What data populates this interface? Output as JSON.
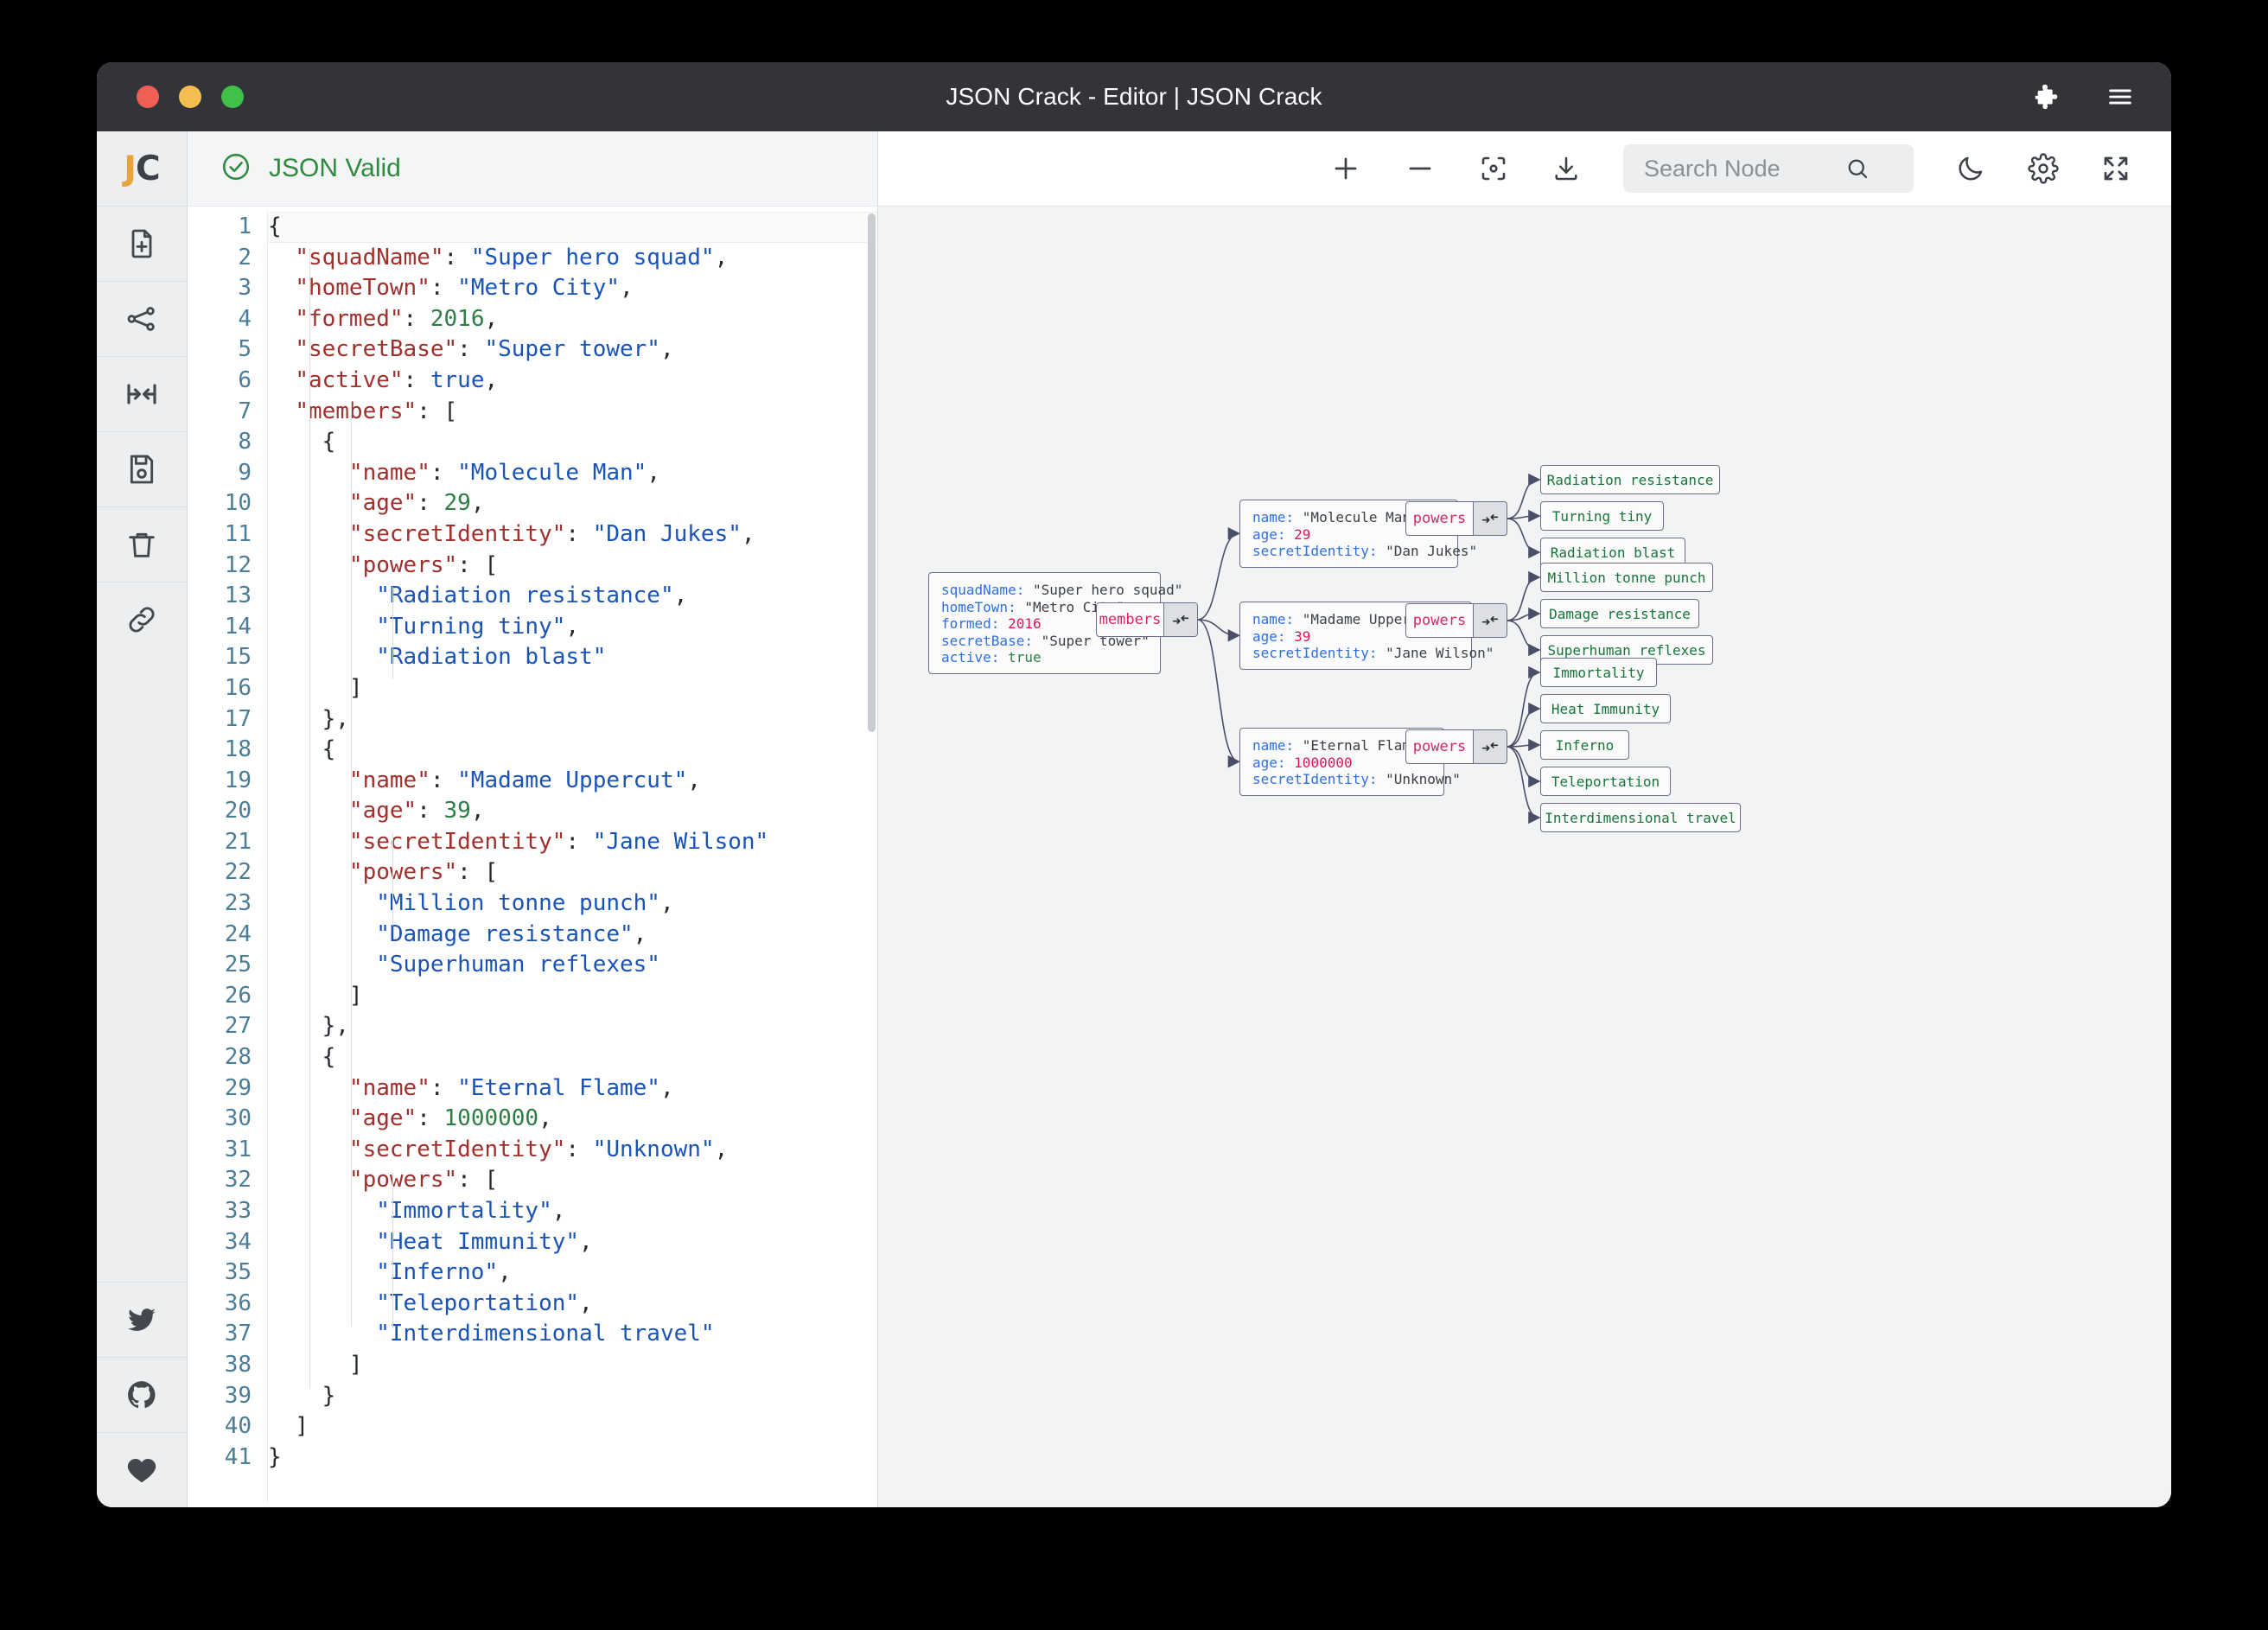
{
  "window": {
    "title": "JSON Crack - Editor | JSON Crack",
    "traffic": [
      "close-red",
      "minimize-yellow",
      "maximize-green"
    ],
    "right_icons": [
      "puzzle-icon",
      "hamburger-menu-icon"
    ]
  },
  "rail": {
    "logo": {
      "first": "J",
      "second": "C"
    },
    "items": [
      {
        "name": "new-file-icon"
      },
      {
        "name": "share-graph-icon"
      },
      {
        "name": "collapse-horizontal-icon"
      },
      {
        "name": "save-icon"
      },
      {
        "name": "trash-icon"
      },
      {
        "name": "link-icon"
      }
    ],
    "social": [
      {
        "name": "twitter-icon"
      },
      {
        "name": "github-icon"
      },
      {
        "name": "heart-icon"
      }
    ]
  },
  "editor": {
    "status": "JSON Valid",
    "status_icon": "check-circle-icon",
    "line_count": 41,
    "lines": [
      {
        "n": 1,
        "tokens": [
          {
            "t": "{",
            "c": "p"
          }
        ],
        "indent": 0
      },
      {
        "n": 2,
        "tokens": [
          {
            "t": "  ",
            "c": "p"
          },
          {
            "t": "\"squadName\"",
            "c": "k"
          },
          {
            "t": ": ",
            "c": "p"
          },
          {
            "t": "\"Super hero squad\"",
            "c": "s"
          },
          {
            "t": ",",
            "c": "p"
          }
        ]
      },
      {
        "n": 3,
        "tokens": [
          {
            "t": "  ",
            "c": "p"
          },
          {
            "t": "\"homeTown\"",
            "c": "k"
          },
          {
            "t": ": ",
            "c": "p"
          },
          {
            "t": "\"Metro City\"",
            "c": "s"
          },
          {
            "t": ",",
            "c": "p"
          }
        ]
      },
      {
        "n": 4,
        "tokens": [
          {
            "t": "  ",
            "c": "p"
          },
          {
            "t": "\"formed\"",
            "c": "k"
          },
          {
            "t": ": ",
            "c": "p"
          },
          {
            "t": "2016",
            "c": "n"
          },
          {
            "t": ",",
            "c": "p"
          }
        ]
      },
      {
        "n": 5,
        "tokens": [
          {
            "t": "  ",
            "c": "p"
          },
          {
            "t": "\"secretBase\"",
            "c": "k"
          },
          {
            "t": ": ",
            "c": "p"
          },
          {
            "t": "\"Super tower\"",
            "c": "s"
          },
          {
            "t": ",",
            "c": "p"
          }
        ]
      },
      {
        "n": 6,
        "tokens": [
          {
            "t": "  ",
            "c": "p"
          },
          {
            "t": "\"active\"",
            "c": "k"
          },
          {
            "t": ": ",
            "c": "p"
          },
          {
            "t": "true",
            "c": "b"
          },
          {
            "t": ",",
            "c": "p"
          }
        ]
      },
      {
        "n": 7,
        "tokens": [
          {
            "t": "  ",
            "c": "p"
          },
          {
            "t": "\"members\"",
            "c": "k"
          },
          {
            "t": ": [",
            "c": "p"
          }
        ]
      },
      {
        "n": 8,
        "tokens": [
          {
            "t": "    {",
            "c": "p"
          }
        ]
      },
      {
        "n": 9,
        "tokens": [
          {
            "t": "      ",
            "c": "p"
          },
          {
            "t": "\"name\"",
            "c": "k"
          },
          {
            "t": ": ",
            "c": "p"
          },
          {
            "t": "\"Molecule Man\"",
            "c": "s"
          },
          {
            "t": ",",
            "c": "p"
          }
        ]
      },
      {
        "n": 10,
        "tokens": [
          {
            "t": "      ",
            "c": "p"
          },
          {
            "t": "\"age\"",
            "c": "k"
          },
          {
            "t": ": ",
            "c": "p"
          },
          {
            "t": "29",
            "c": "n"
          },
          {
            "t": ",",
            "c": "p"
          }
        ]
      },
      {
        "n": 11,
        "tokens": [
          {
            "t": "      ",
            "c": "p"
          },
          {
            "t": "\"secretIdentity\"",
            "c": "k"
          },
          {
            "t": ": ",
            "c": "p"
          },
          {
            "t": "\"Dan Jukes\"",
            "c": "s"
          },
          {
            "t": ",",
            "c": "p"
          }
        ]
      },
      {
        "n": 12,
        "tokens": [
          {
            "t": "      ",
            "c": "p"
          },
          {
            "t": "\"powers\"",
            "c": "k"
          },
          {
            "t": ": [",
            "c": "p"
          }
        ]
      },
      {
        "n": 13,
        "tokens": [
          {
            "t": "        ",
            "c": "p"
          },
          {
            "t": "\"Radiation resistance\"",
            "c": "s"
          },
          {
            "t": ",",
            "c": "p"
          }
        ]
      },
      {
        "n": 14,
        "tokens": [
          {
            "t": "        ",
            "c": "p"
          },
          {
            "t": "\"Turning tiny\"",
            "c": "s"
          },
          {
            "t": ",",
            "c": "p"
          }
        ]
      },
      {
        "n": 15,
        "tokens": [
          {
            "t": "        ",
            "c": "p"
          },
          {
            "t": "\"Radiation blast\"",
            "c": "s"
          }
        ]
      },
      {
        "n": 16,
        "tokens": [
          {
            "t": "      ]",
            "c": "p"
          }
        ]
      },
      {
        "n": 17,
        "tokens": [
          {
            "t": "    },",
            "c": "p"
          }
        ]
      },
      {
        "n": 18,
        "tokens": [
          {
            "t": "    {",
            "c": "p"
          }
        ]
      },
      {
        "n": 19,
        "tokens": [
          {
            "t": "      ",
            "c": "p"
          },
          {
            "t": "\"name\"",
            "c": "k"
          },
          {
            "t": ": ",
            "c": "p"
          },
          {
            "t": "\"Madame Uppercut\"",
            "c": "s"
          },
          {
            "t": ",",
            "c": "p"
          }
        ]
      },
      {
        "n": 20,
        "tokens": [
          {
            "t": "      ",
            "c": "p"
          },
          {
            "t": "\"age\"",
            "c": "k"
          },
          {
            "t": ": ",
            "c": "p"
          },
          {
            "t": "39",
            "c": "n"
          },
          {
            "t": ",",
            "c": "p"
          }
        ]
      },
      {
        "n": 21,
        "tokens": [
          {
            "t": "      ",
            "c": "p"
          },
          {
            "t": "\"secretIdentity\"",
            "c": "k"
          },
          {
            "t": ": ",
            "c": "p"
          },
          {
            "t": "\"Jane Wilson\"",
            "c": "s"
          }
        ]
      },
      {
        "n": 22,
        "tokens": [
          {
            "t": "      ",
            "c": "p"
          },
          {
            "t": "\"powers\"",
            "c": "k"
          },
          {
            "t": ": [",
            "c": "p"
          }
        ]
      },
      {
        "n": 23,
        "tokens": [
          {
            "t": "        ",
            "c": "p"
          },
          {
            "t": "\"Million tonne punch\"",
            "c": "s"
          },
          {
            "t": ",",
            "c": "p"
          }
        ]
      },
      {
        "n": 24,
        "tokens": [
          {
            "t": "        ",
            "c": "p"
          },
          {
            "t": "\"Damage resistance\"",
            "c": "s"
          },
          {
            "t": ",",
            "c": "p"
          }
        ]
      },
      {
        "n": 25,
        "tokens": [
          {
            "t": "        ",
            "c": "p"
          },
          {
            "t": "\"Superhuman reflexes\"",
            "c": "s"
          }
        ]
      },
      {
        "n": 26,
        "tokens": [
          {
            "t": "      ]",
            "c": "p"
          }
        ]
      },
      {
        "n": 27,
        "tokens": [
          {
            "t": "    },",
            "c": "p"
          }
        ]
      },
      {
        "n": 28,
        "tokens": [
          {
            "t": "    {",
            "c": "p"
          }
        ]
      },
      {
        "n": 29,
        "tokens": [
          {
            "t": "      ",
            "c": "p"
          },
          {
            "t": "\"name\"",
            "c": "k"
          },
          {
            "t": ": ",
            "c": "p"
          },
          {
            "t": "\"Eternal Flame\"",
            "c": "s"
          },
          {
            "t": ",",
            "c": "p"
          }
        ]
      },
      {
        "n": 30,
        "tokens": [
          {
            "t": "      ",
            "c": "p"
          },
          {
            "t": "\"age\"",
            "c": "k"
          },
          {
            "t": ": ",
            "c": "p"
          },
          {
            "t": "1000000",
            "c": "n"
          },
          {
            "t": ",",
            "c": "p"
          }
        ]
      },
      {
        "n": 31,
        "tokens": [
          {
            "t": "      ",
            "c": "p"
          },
          {
            "t": "\"secretIdentity\"",
            "c": "k"
          },
          {
            "t": ": ",
            "c": "p"
          },
          {
            "t": "\"Unknown\"",
            "c": "s"
          },
          {
            "t": ",",
            "c": "p"
          }
        ]
      },
      {
        "n": 32,
        "tokens": [
          {
            "t": "      ",
            "c": "p"
          },
          {
            "t": "\"powers\"",
            "c": "k"
          },
          {
            "t": ": [",
            "c": "p"
          }
        ]
      },
      {
        "n": 33,
        "tokens": [
          {
            "t": "        ",
            "c": "p"
          },
          {
            "t": "\"Immortality\"",
            "c": "s"
          },
          {
            "t": ",",
            "c": "p"
          }
        ]
      },
      {
        "n": 34,
        "tokens": [
          {
            "t": "        ",
            "c": "p"
          },
          {
            "t": "\"Heat Immunity\"",
            "c": "s"
          },
          {
            "t": ",",
            "c": "p"
          }
        ]
      },
      {
        "n": 35,
        "tokens": [
          {
            "t": "        ",
            "c": "p"
          },
          {
            "t": "\"Inferno\"",
            "c": "s"
          },
          {
            "t": ",",
            "c": "p"
          }
        ]
      },
      {
        "n": 36,
        "tokens": [
          {
            "t": "        ",
            "c": "p"
          },
          {
            "t": "\"Teleportation\"",
            "c": "s"
          },
          {
            "t": ",",
            "c": "p"
          }
        ]
      },
      {
        "n": 37,
        "tokens": [
          {
            "t": "        ",
            "c": "p"
          },
          {
            "t": "\"Interdimensional travel\"",
            "c": "s"
          }
        ]
      },
      {
        "n": 38,
        "tokens": [
          {
            "t": "      ]",
            "c": "p"
          }
        ]
      },
      {
        "n": 39,
        "tokens": [
          {
            "t": "    }",
            "c": "p"
          }
        ]
      },
      {
        "n": 40,
        "tokens": [
          {
            "t": "  ]",
            "c": "p"
          }
        ]
      },
      {
        "n": 41,
        "tokens": [
          {
            "t": "}",
            "c": "p"
          }
        ]
      }
    ]
  },
  "graph_toolbar": {
    "zoom_in": "plus-icon",
    "zoom_out": "minus-icon",
    "center": "focus-center-icon",
    "download": "download-icon",
    "search_placeholder": "Search Node",
    "search_value": "",
    "search_icon": "magnifier-icon",
    "theme": "moon-icon",
    "settings": "gear-icon",
    "fullscreen": "fullscreen-icon"
  },
  "graph": {
    "root": {
      "rows": [
        {
          "key": "squadName",
          "value": "\"Super hero squad\"",
          "type": "string"
        },
        {
          "key": "homeTown",
          "value": "\"Metro City\"",
          "type": "string"
        },
        {
          "key": "formed",
          "value": "2016",
          "type": "number"
        },
        {
          "key": "secretBase",
          "value": "\"Super tower\"",
          "type": "string"
        },
        {
          "key": "active",
          "value": "true",
          "type": "boolean"
        }
      ]
    },
    "members_label": "members",
    "powers_label": "powers",
    "collapse_icon": "collapse-arrows-icon",
    "members": [
      {
        "rows": [
          {
            "key": "name",
            "value": "\"Molecule Man\"",
            "type": "string"
          },
          {
            "key": "age",
            "value": "29",
            "type": "number"
          },
          {
            "key": "secretIdentity",
            "value": "\"Dan Jukes\"",
            "type": "string"
          }
        ],
        "powers": [
          "Radiation resistance",
          "Turning tiny",
          "Radiation blast"
        ]
      },
      {
        "rows": [
          {
            "key": "name",
            "value": "\"Madame Uppercut\"",
            "type": "string"
          },
          {
            "key": "age",
            "value": "39",
            "type": "number"
          },
          {
            "key": "secretIdentity",
            "value": "\"Jane Wilson\"",
            "type": "string"
          }
        ],
        "powers": [
          "Million tonne punch",
          "Damage resistance",
          "Superhuman reflexes"
        ]
      },
      {
        "rows": [
          {
            "key": "name",
            "value": "\"Eternal Flame\"",
            "type": "string"
          },
          {
            "key": "age",
            "value": "1000000",
            "type": "number"
          },
          {
            "key": "secretIdentity",
            "value": "\"Unknown\"",
            "type": "string"
          }
        ],
        "powers": [
          "Immortality",
          "Heat Immunity",
          "Inferno",
          "Teleportation",
          "Interdimensional travel"
        ]
      }
    ]
  },
  "colors": {
    "valid_green": "#2f8a3e",
    "key_blue": "#2f6fe0",
    "number_pink": "#e0145c",
    "leaf_green": "#17753c",
    "parent_pink": "#d6246b",
    "titlebar": "#32343a",
    "canvas_bg": "#f2f3f5"
  }
}
